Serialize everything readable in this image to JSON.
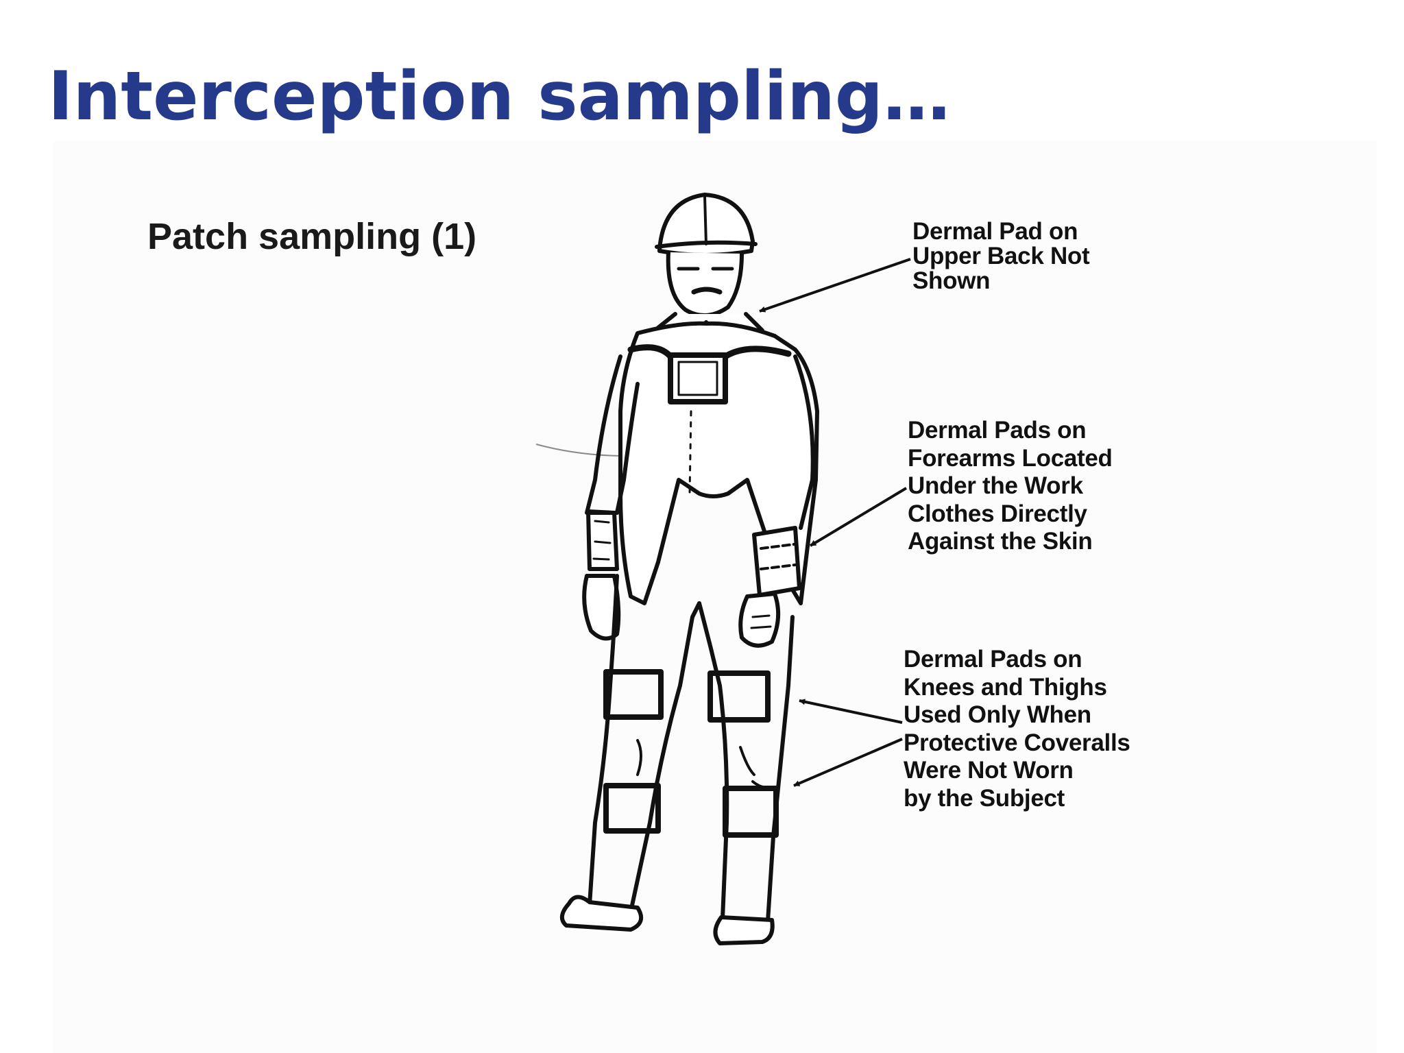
{
  "slide": {
    "title": "Interception sampling…"
  },
  "figure": {
    "heading": "Patch sampling (1)",
    "callouts": [
      {
        "id": "upper-back",
        "text": "Dermal Pad on\nUpper Back Not\nShown"
      },
      {
        "id": "forearms",
        "text": "Dermal Pads on\nForearms Located\nUnder the Work\nClothes Directly\nAgainst the Skin"
      },
      {
        "id": "knees-thighs",
        "text": "Dermal Pads on\nKnees and Thighs\nUsed Only When\nProtective Coveralls\nWere Not Worn\nby the Subject"
      }
    ],
    "illustration_icon": "worker-in-coveralls-with-dermal-pads-icon"
  },
  "colors": {
    "title": "#253a8a",
    "line_art": "#111111",
    "background": "#ffffff"
  }
}
